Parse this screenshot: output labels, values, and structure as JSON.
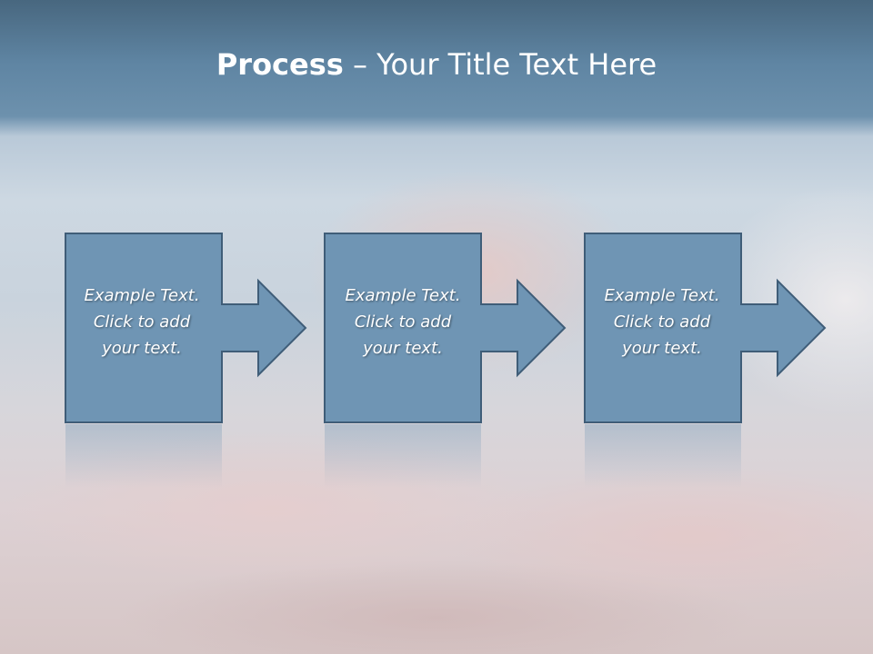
{
  "slide": {
    "title_bold": "Process",
    "title_rest": " – Your Title Text Here"
  },
  "steps": [
    {
      "line1": "Example Text.",
      "line2": "Click  to add",
      "line3": "your text."
    },
    {
      "line1": "Example Text.",
      "line2": "Click  to add",
      "line3": "your text."
    },
    {
      "line1": "Example Text.",
      "line2": "Click  to add",
      "line3": "your text."
    }
  ],
  "colors": {
    "shape_fill": "#6f95b4",
    "shape_stroke": "#3f5d78",
    "text": "#ffffff"
  }
}
